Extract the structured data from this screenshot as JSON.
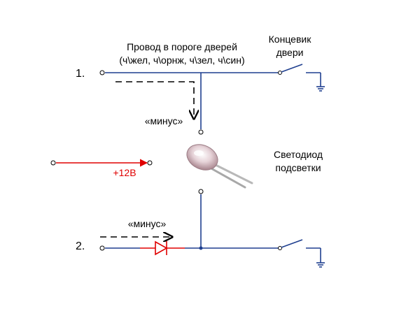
{
  "labels": {
    "wire_title_line1": "Провод в пороге дверей",
    "wire_title_line2": "(ч\\жел, ч\\орнж, ч\\зел, ч\\син)",
    "switch_line1": "Концевик",
    "switch_line2": "двери",
    "step1": "1.",
    "step2": "2.",
    "minus1": "«минус»",
    "minus2": "«минус»",
    "plus12": "+12В",
    "led_line1": "Светодиод",
    "led_line2": "подсветки"
  },
  "colors": {
    "wire": "#1f3f8f",
    "red": "#e00000",
    "dash": "#000000",
    "ground": "#1f3f8f"
  }
}
